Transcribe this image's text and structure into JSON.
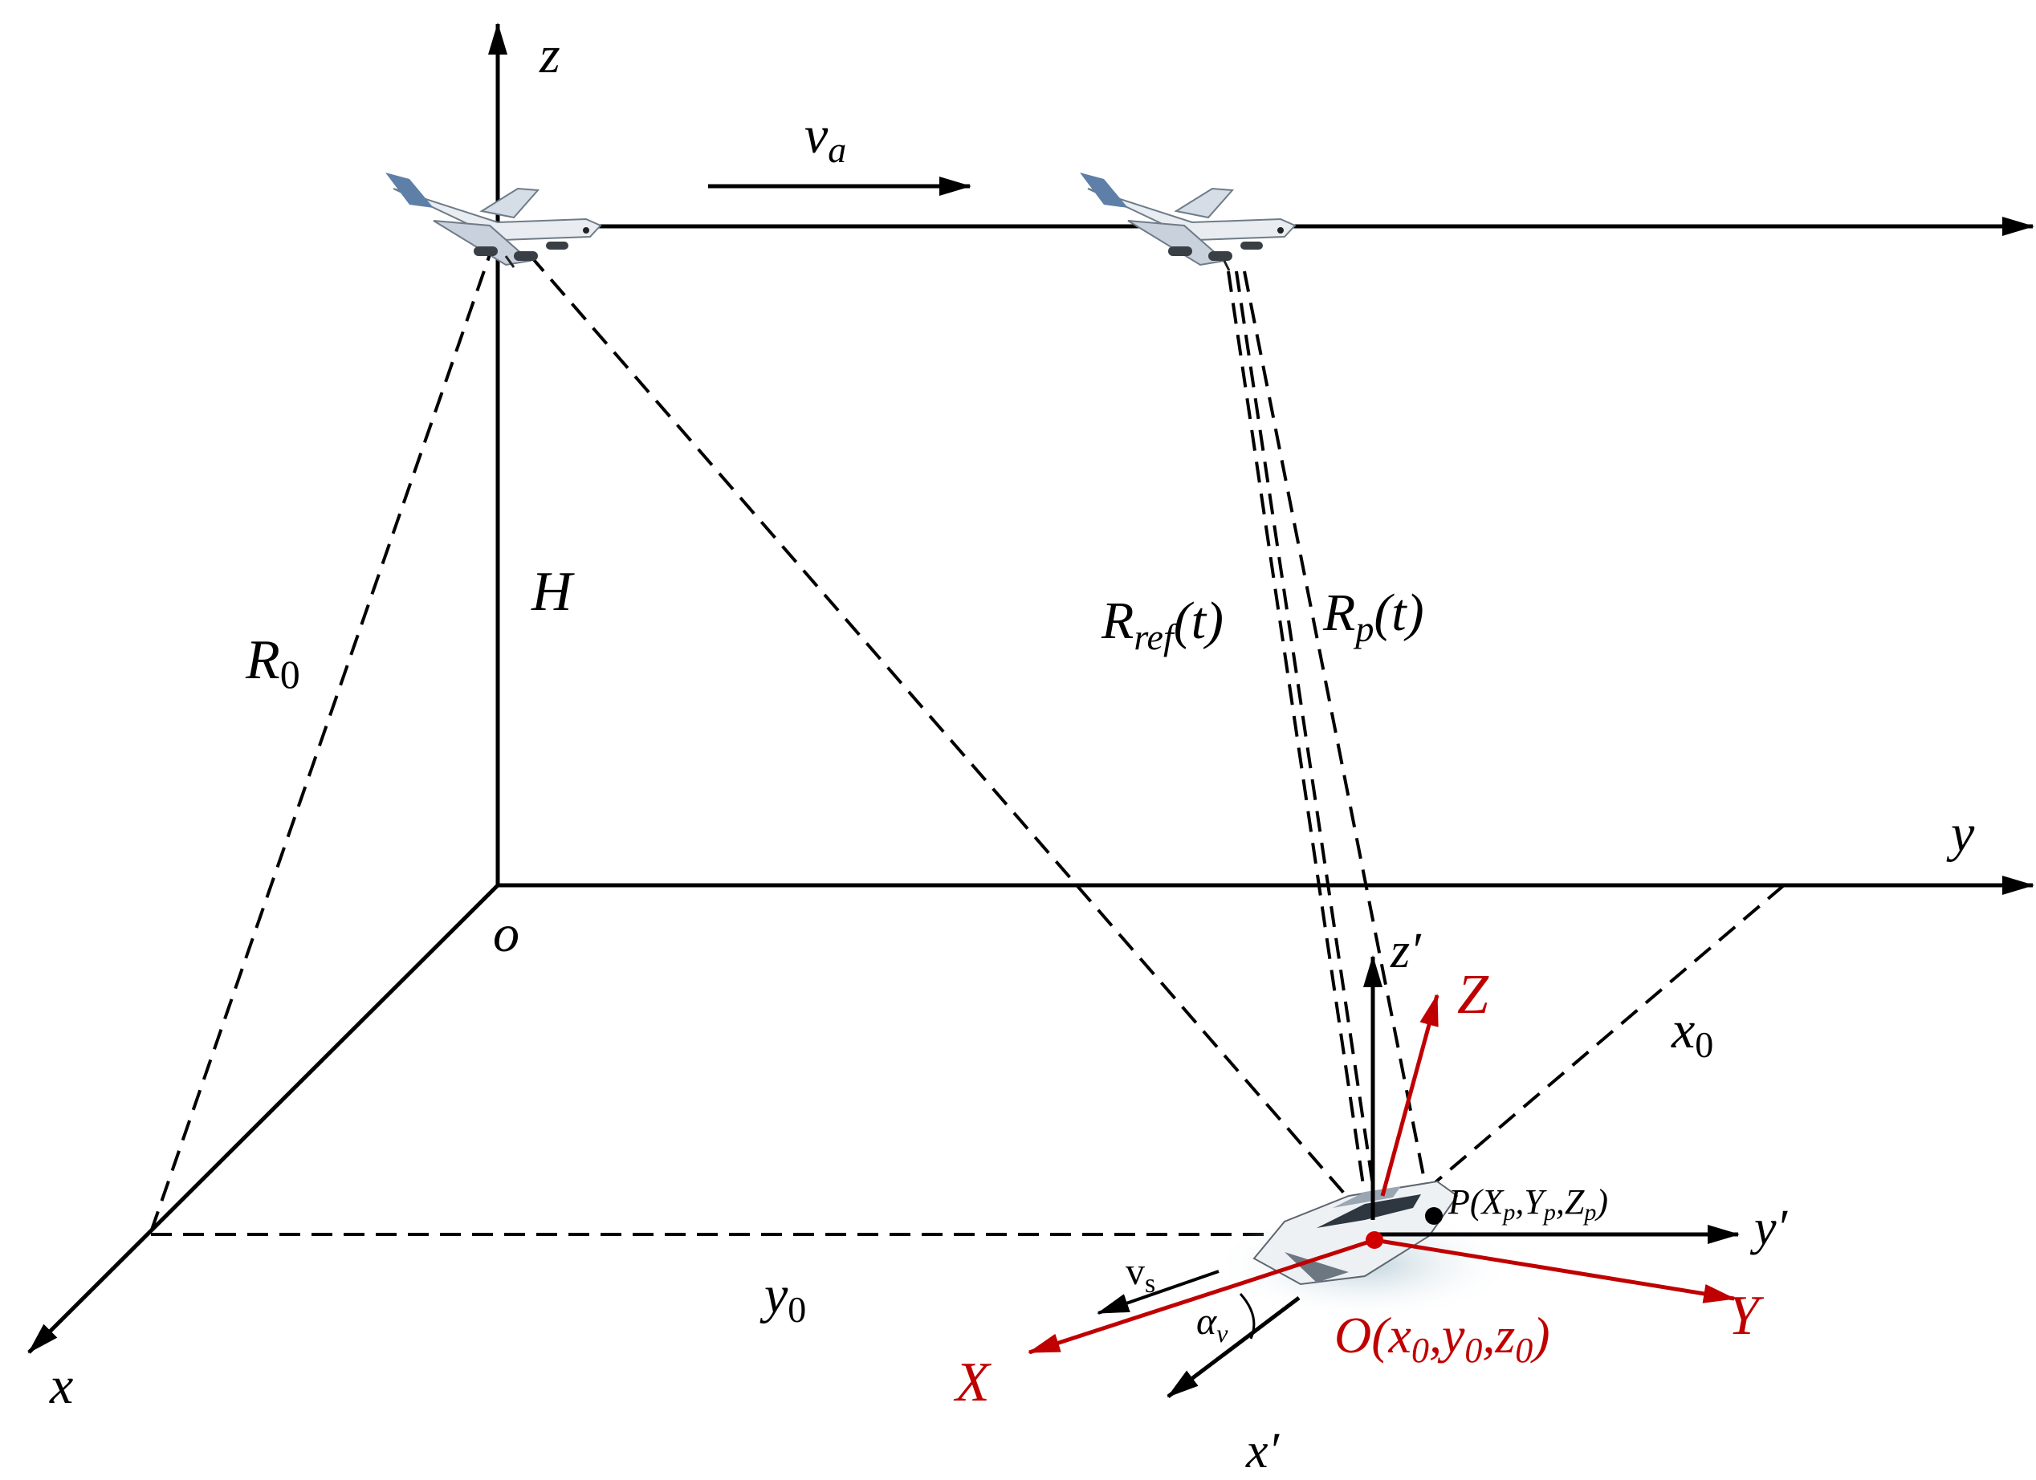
{
  "colors": {
    "ink": "#000000",
    "target_axes": "#c00000"
  },
  "labels": {
    "z": "z",
    "y": "y",
    "x": "x",
    "o": "o",
    "H": "H",
    "R0": {
      "base": "R",
      "sub": "0"
    },
    "va": {
      "base": "v",
      "sub": "a"
    },
    "Rref": {
      "base": "R",
      "sub": "ref",
      "arg": "(t)"
    },
    "Rp": {
      "base": "R",
      "sub": "p",
      "arg": "(t)"
    },
    "z_prime": "z′",
    "y_prime": "y′",
    "x_prime": "x′",
    "x0": {
      "base": "x",
      "sub": "0"
    },
    "y0": {
      "base": "y",
      "sub": "0"
    },
    "Z": "Z",
    "Y": "Y",
    "X": "X",
    "vs": {
      "base": "v",
      "sub": "s"
    },
    "alpha_v": {
      "base": "α",
      "sub": "v"
    },
    "P": {
      "p1": "P(X",
      "s1": "p",
      "p2": ",Y",
      "s2": "p",
      "p3": ",Z",
      "s3": "p",
      "p4": ")"
    },
    "O": {
      "p1": "O(x",
      "s1": "0",
      "p2": ",y",
      "s2": "0",
      "p3": ",z",
      "s3": "0",
      "p4": ")"
    }
  },
  "icons": {
    "aircraft": "airplane-icon",
    "vessel": "ship-icon"
  }
}
